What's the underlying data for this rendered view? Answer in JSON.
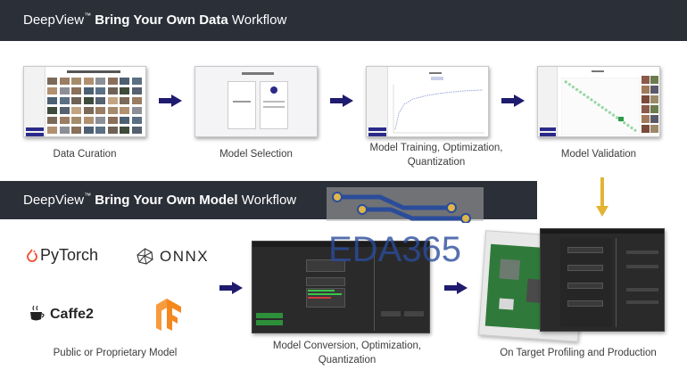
{
  "bar1": {
    "prefix": "DeepView",
    "tm": "™",
    "bold": " Bring Your Own Data",
    "suffix": " Workflow"
  },
  "bar2": {
    "prefix": "DeepView",
    "tm": "™",
    "bold": " Bring Your Own Model",
    "suffix": " Workflow"
  },
  "steps": {
    "curation": "Data Curation",
    "selection": "Model Selection",
    "training_l1": "Model Training, Optimization,",
    "training_l2": "Quantization",
    "validation": "Model Validation",
    "conversion_l1": "Model Conversion, Optimization,",
    "conversion_l2": "Quantization",
    "profiling": "On Target Profiling and Production",
    "public": "Public or Proprietary Model"
  },
  "logos": {
    "pytorch": "PyTorch",
    "onnx": "ONNX",
    "caffe2": "Caffe2"
  },
  "watermark": "EDA365",
  "colors": {
    "bar": "#2b2f38",
    "arrow": "#1f1b6e",
    "down_arrow": "#e3b334",
    "pytorch": "#ee4c2c",
    "tensorflow": "#f5871f",
    "watermark": "#2a4c9b"
  }
}
